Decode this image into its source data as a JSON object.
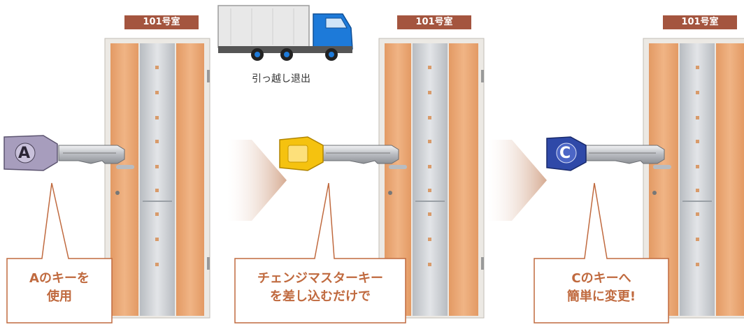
{
  "rooms": [
    {
      "label": "101号室"
    },
    {
      "label": "101号室"
    },
    {
      "label": "101号室"
    }
  ],
  "truck": {
    "caption": "引っ越し退出"
  },
  "keys": [
    {
      "letter": "A",
      "color": "#9a8fb0"
    },
    {
      "letter": "",
      "color": "#f5c20f"
    },
    {
      "letter": "C",
      "color": "#2f49a8"
    }
  ],
  "callouts": [
    {
      "line1": "Aのキーを",
      "line2": "使用"
    },
    {
      "line1": "チェンジマスターキー",
      "line2": "を差し込むだけで"
    },
    {
      "line1": "Cのキーへ",
      "line2": "簡単に変更!"
    }
  ],
  "colors": {
    "accent": "#c06a3f",
    "room_label_bg": "#a4553f",
    "door_wood": "#e7a06d",
    "door_metal": "#c9ccd0",
    "arrow": "#d9b49c"
  }
}
